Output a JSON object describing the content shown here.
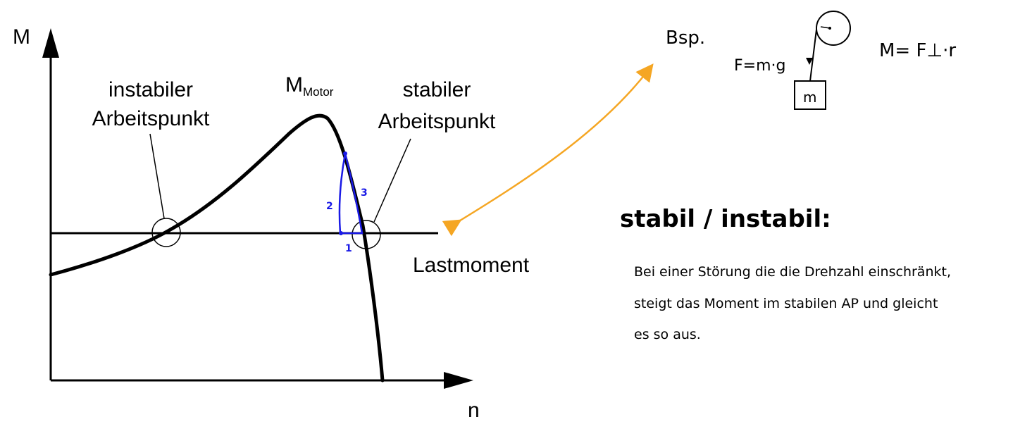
{
  "diagram": {
    "y_axis_label": "M",
    "x_axis_label": "n",
    "motor_curve_label_main": "M",
    "motor_curve_label_sub": "Motor",
    "load_line_label": "Lastmoment",
    "unstable_label_line1": "instabiler",
    "unstable_label_line2": "Arbeitspunkt",
    "stable_label_line1": "stabiler",
    "stable_label_line2": "Arbeitspunkt",
    "step_markers": [
      "1",
      "2",
      "3"
    ]
  },
  "notes": {
    "example_label": "Bsp.",
    "force_formula": "F=m·g",
    "mass_label": "m",
    "torque_formula": "M= F⊥·r",
    "heading": "stabil / instabil:",
    "text_line1": "Bei einer Störung die die Drehzahl einschränkt,",
    "text_line2": "steigt das Moment im stabilen AP und gleicht",
    "text_line3": "es so aus."
  },
  "colors": {
    "ink": "#000000",
    "annotation_blue": "#1a1ae6",
    "arrow_orange": "#f5a623"
  }
}
